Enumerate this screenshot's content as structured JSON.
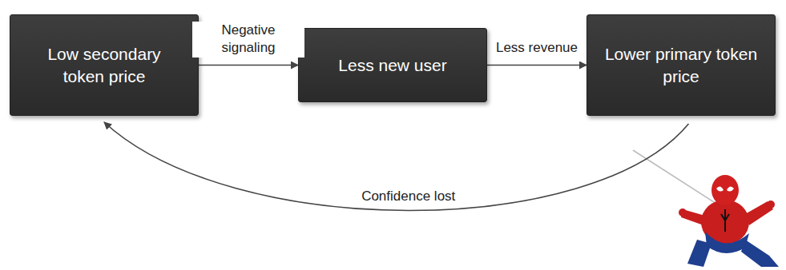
{
  "diagram": {
    "nodes": [
      {
        "text": [
          "Low secondary token price"
        ]
      },
      {
        "text": [
          "Less new user"
        ]
      },
      {
        "text": [
          "Lower primary token price"
        ]
      }
    ],
    "edges": [
      {
        "from": 0,
        "to": 1,
        "label": "Negative signaling",
        "arrow": "to"
      },
      {
        "from": 1,
        "to": 2,
        "label": "Less revenue",
        "arrow": "to"
      },
      {
        "from": 2,
        "to": 0,
        "label": "Confidence lost",
        "arrow": "to"
      }
    ]
  }
}
